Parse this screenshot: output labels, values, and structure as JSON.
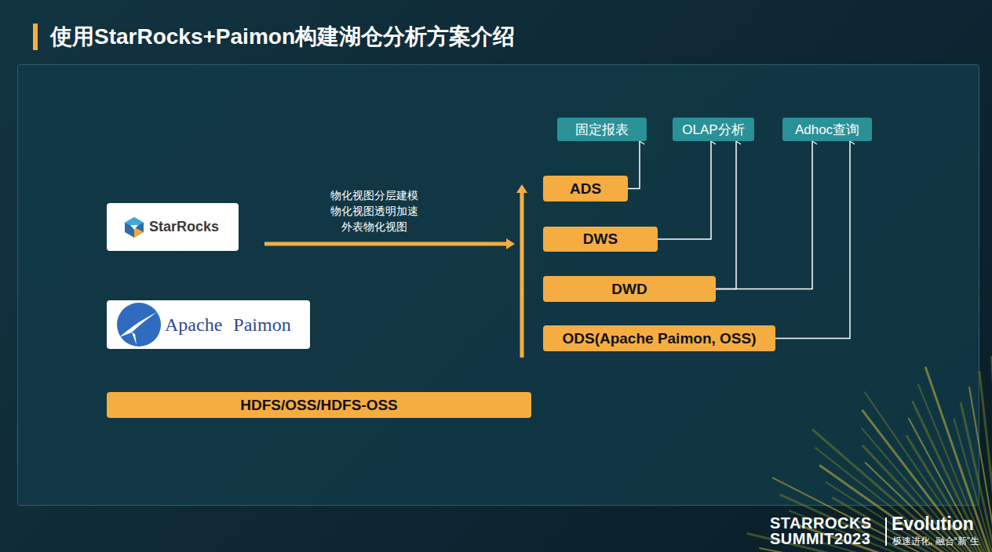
{
  "diagram": {
    "title": "使用StarRocks+Paimon构建湖仓分析方案介绍",
    "nodes": [
      {
        "text": [
          "固定报表"
        ]
      },
      {
        "text": [
          "OLAP分析"
        ]
      },
      {
        "text": [
          "Adhoc查询"
        ]
      },
      {
        "text": [
          "StarRocks"
        ]
      },
      {
        "text": [
          "ADS"
        ]
      },
      {
        "text": [
          "DWS"
        ]
      },
      {
        "text": [
          "DWD"
        ]
      },
      {
        "text": [
          "Apache Paimon"
        ]
      },
      {
        "text": [
          "ODS(Apache Paimon, OSS)"
        ]
      },
      {
        "text": [
          "HDFS/OSS/HDFS-OSS"
        ]
      }
    ],
    "edges": [
      {
        "from": 4,
        "to": 0,
        "arrow": "to"
      },
      {
        "from": 5,
        "to": 1,
        "arrow": "to"
      },
      {
        "from": 6,
        "to": 1,
        "arrow": "to"
      },
      {
        "from": 6,
        "to": 2,
        "arrow": "to"
      },
      {
        "from": 8,
        "to": 2,
        "arrow": "to"
      }
    ],
    "labels": [
      "物化视图分层建模",
      "物化视图透明加速",
      "外表物化视图",
      "STARROCKS",
      "SUMMIT2023",
      "Evolution",
      "极速进化, 融合“新”生"
    ]
  }
}
